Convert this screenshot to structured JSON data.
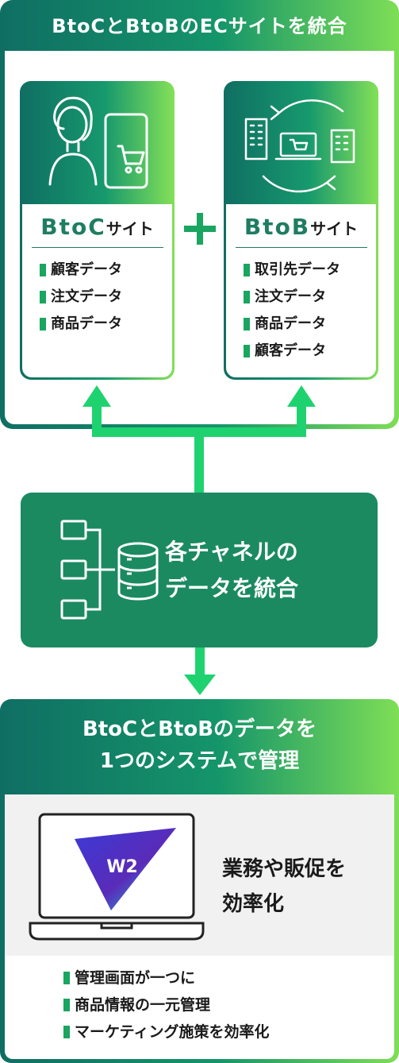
{
  "top": {
    "title": "BtoCとBtoBのECサイトを統合"
  },
  "btoc": {
    "title_main": "BtoC",
    "title_sub": "サイト",
    "items": [
      "顧客データ",
      "注文データ",
      "商品データ"
    ]
  },
  "btob": {
    "title_main": "BtoB",
    "title_sub": "サイト",
    "items": [
      "取引先データ",
      "注文データ",
      "商品データ",
      "顧客データ"
    ]
  },
  "middle": {
    "line1": "各チャネルの",
    "line2": "データを統合"
  },
  "bottom": {
    "title_line1": "BtoCとBtoBのデータを",
    "title_line2": "1つのシステムで管理",
    "logo_text": "W2",
    "side_line1": "業務や販促を",
    "side_line2": "効率化",
    "items": [
      "管理画面が一つに",
      "商品情報の一元管理",
      "マーケティング施策を効率化"
    ]
  },
  "colors": {
    "accent_dark": "#0f6e63",
    "accent_light": "#7ede56",
    "arrow": "#1ed36f",
    "box": "#1b8a61"
  },
  "icons": [
    "person-icon",
    "smartphone-cart-icon",
    "building-icon",
    "laptop-cart-icon",
    "office-icon",
    "cycle-arrows-icon",
    "plus-icon",
    "document-node-icon",
    "database-icon",
    "laptop-icon",
    "w2-logo"
  ]
}
